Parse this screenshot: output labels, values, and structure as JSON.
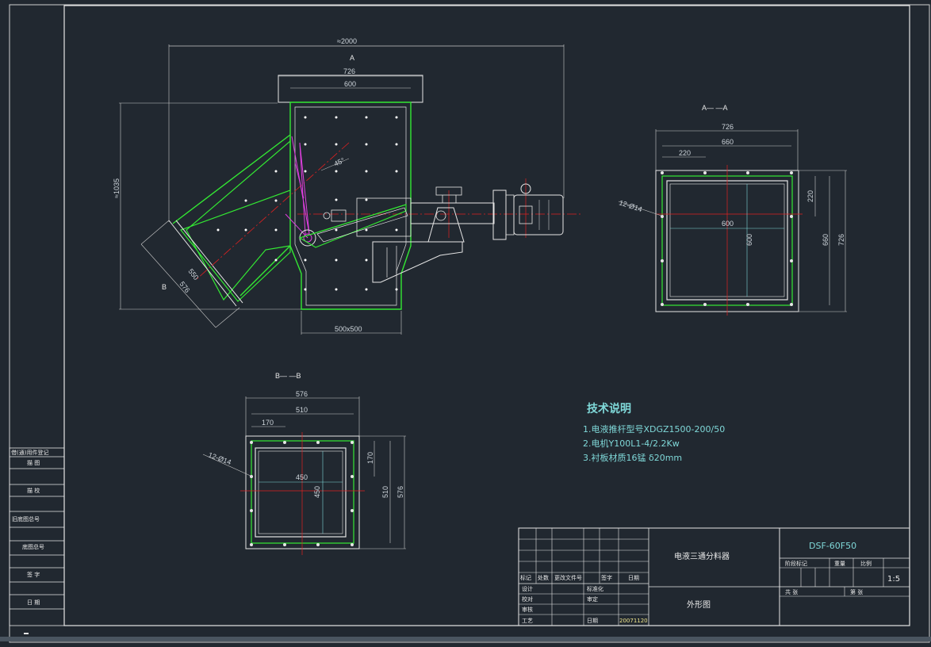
{
  "labels": {
    "overall_width": "≈2000",
    "view_a_marker": "A",
    "view_b_marker": "B",
    "top_726": "726",
    "top_600": "600",
    "height_1035": "≈1035",
    "angle_45": "45°",
    "chute_550": "550",
    "chute_576": "576",
    "bottom_500": "500x500"
  },
  "view_aa": {
    "title": "A—    —A",
    "w726": "726",
    "w660": "660",
    "w220": "220",
    "holes": "12-Ø14",
    "inner600h": "600",
    "inner600v": "600",
    "right220": "220",
    "right660": "660",
    "right726": "726"
  },
  "view_bb": {
    "title": "B—    —B",
    "w576": "576",
    "w510": "510",
    "w170": "170",
    "holes": "12-Ø14",
    "inner450h": "450",
    "inner450v": "450",
    "right170": "170",
    "right510": "510",
    "right576": "576"
  },
  "notes": {
    "title": "技术说明",
    "line1": "1.电液推杆型号XDGZ1500-200/50",
    "line2": "2.电机Y100L1-4/2.2Kw",
    "line3": "3.衬板材质16锰  δ20mm"
  },
  "side_block": [
    "借(通)用件登记",
    "描  图",
    "描  校",
    "旧底图总号",
    "底图总号",
    "签  字",
    "日  期"
  ],
  "title_block": {
    "product_name": "电液三通分料器",
    "drawing_no": "DSF-60F50",
    "view_name": "外形图",
    "stage_label": "阶段标记",
    "weight_label": "重量",
    "ratio_label": "比例",
    "ratio": "1:5",
    "sheets_total": "共  张",
    "sheet_no": "第  张",
    "row_mark": "标记",
    "row_qty": "处数",
    "row_doc": "更改文件号",
    "row_sign": "签字",
    "row_date": "日期",
    "design": "设计",
    "check": "校对",
    "review": "审核",
    "process": "工艺",
    "standard": "标准化",
    "approve": "审定",
    "date_label": "日期",
    "date": "20071120"
  }
}
